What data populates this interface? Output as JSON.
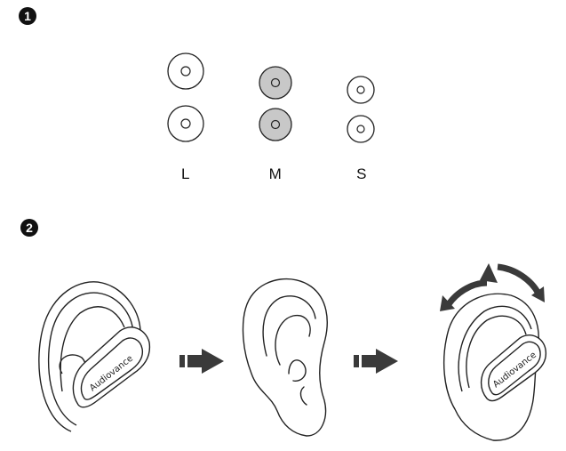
{
  "steps": [
    {
      "number": "1"
    },
    {
      "number": "2"
    }
  ],
  "ear_tips": [
    {
      "size": "L",
      "fill": "#ffffff"
    },
    {
      "size": "M",
      "fill": "#c8c8c8"
    },
    {
      "size": "S",
      "fill": "#ffffff"
    }
  ],
  "brand": "Audiovance",
  "colors": {
    "line": "#222222",
    "arrow": "#3a3a3a",
    "tip_gray": "#c8c8c8"
  }
}
